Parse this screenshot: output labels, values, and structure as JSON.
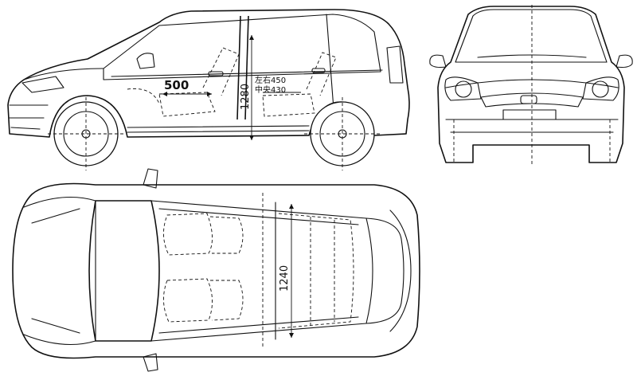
{
  "dimensions": {
    "seat_depth": "500",
    "interior_height": "1280",
    "interior_width": "1240",
    "headroom_left_right": "左右450",
    "headroom_center": "中央430"
  }
}
